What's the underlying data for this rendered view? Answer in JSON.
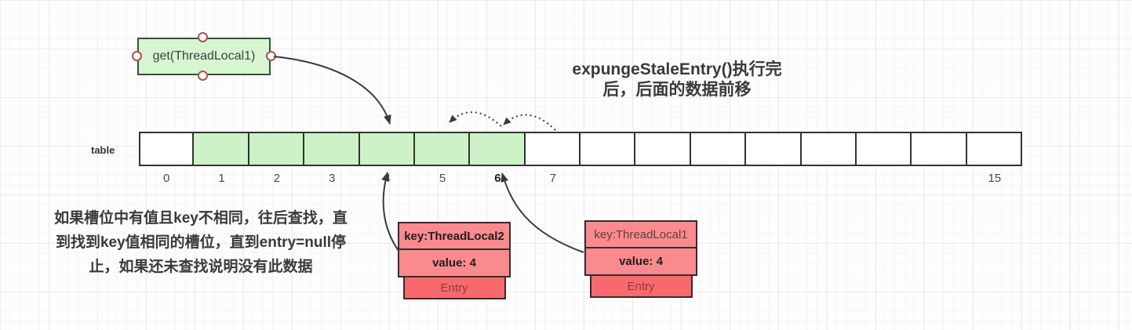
{
  "get_box": {
    "label": "get(ThreadLocal1)"
  },
  "title": {
    "line1": "expungeStaleEntry()执行完",
    "line2": "后，后面的数据前移"
  },
  "note": {
    "line1": "如果槽位中有值且key不相同，往后查找，直",
    "line2": "到找到key值相同的槽位，直到entry=null停",
    "line3": "止，如果还未查找说明没有此数据"
  },
  "table": {
    "label": "table",
    "cells": [
      {
        "index": "0",
        "green": false,
        "bold": false
      },
      {
        "index": "1",
        "green": true,
        "bold": false
      },
      {
        "index": "2",
        "green": true,
        "bold": false
      },
      {
        "index": "3",
        "green": true,
        "bold": false
      },
      {
        "index": "4",
        "green": true,
        "bold": false
      },
      {
        "index": "5",
        "green": true,
        "bold": false
      },
      {
        "index": "6",
        "green": true,
        "bold": true
      },
      {
        "index": "7",
        "green": false,
        "bold": false
      },
      {
        "index": "",
        "green": false,
        "bold": false
      },
      {
        "index": "",
        "green": false,
        "bold": false
      },
      {
        "index": "",
        "green": false,
        "bold": false
      },
      {
        "index": "",
        "green": false,
        "bold": false
      },
      {
        "index": "",
        "green": false,
        "bold": false
      },
      {
        "index": "",
        "green": false,
        "bold": false
      },
      {
        "index": "",
        "green": false,
        "bold": false
      },
      {
        "index": "15",
        "green": false,
        "bold": false
      }
    ]
  },
  "entries": [
    {
      "key": "key:ThreadLocal2",
      "value": "value: 4",
      "label": "Entry"
    },
    {
      "key": "key:ThreadLocal1",
      "value": "value: 4",
      "label": "Entry"
    }
  ],
  "colors": {
    "cell_green": "#ccf2c6",
    "box_green": "#d6f5d0",
    "entry_pink": "#fa8a8e",
    "entry_red": "#f8696d",
    "handle_stroke": "#b0504a",
    "arrow": "#3b3b3b"
  }
}
